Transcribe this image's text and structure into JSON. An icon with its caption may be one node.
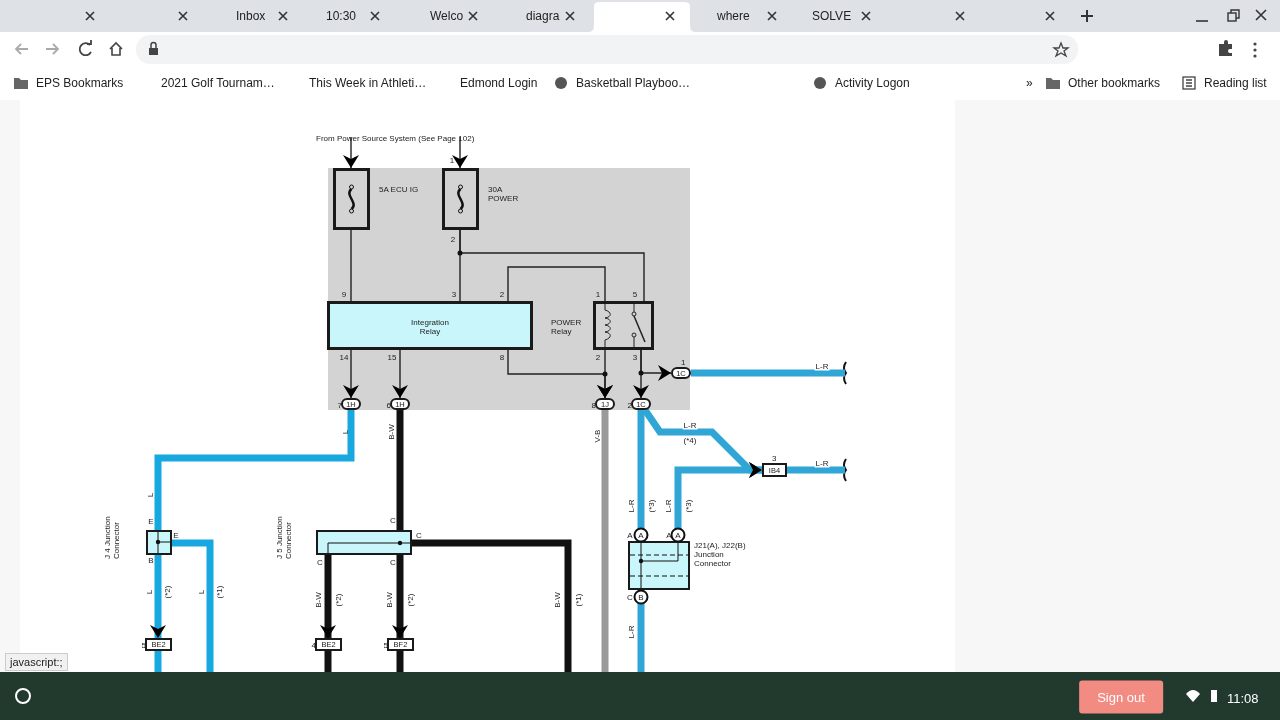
{
  "diagram": {
    "nodes": [
      {
        "text": [],
        "shape": "box"
      },
      {
        "text": [
          "5A ECU IG"
        ],
        "in": 0
      },
      {
        "text": [
          "30A POWER"
        ],
        "in": 0
      },
      {
        "text": [
          "Integration Relay"
        ],
        "in": 0
      },
      {
        "text": [
          "POWER Relay"
        ],
        "in": 0
      },
      {
        "text": [
          "1H"
        ],
        "beside": [
          "7"
        ],
        "in": 0
      },
      {
        "text": [
          "1H"
        ],
        "beside": [
          "6"
        ],
        "in": 0
      },
      {
        "text": [
          "1J"
        ],
        "beside": [
          "8"
        ],
        "in": 0
      },
      {
        "text": [
          "1C"
        ],
        "beside": [
          "2"
        ],
        "in": 0
      },
      {
        "text": [
          "1C"
        ],
        "beside": [
          "1"
        ],
        "in": 0
      },
      {
        "text": [
          "IB4"
        ],
        "beside": [
          "3"
        ]
      },
      {
        "text": [
          "J 4 Junction Connector"
        ]
      },
      {
        "text": [
          "J 5 Junction Connector"
        ]
      },
      {
        "text": [
          "J21(A), J22(B) Junction Connector"
        ]
      },
      {
        "text": [
          "BE2"
        ],
        "beside": [
          "5"
        ]
      },
      {
        "text": [
          "BE2"
        ],
        "beside": [
          "4"
        ]
      },
      {
        "text": [
          "BF2"
        ],
        "beside": [
          "5"
        ]
      },
      {
        "text": [
          "From Power Source System (See Page 102)"
        ]
      }
    ],
    "edges": [
      {
        "from": 17,
        "to": 1,
        "arrow": "to"
      },
      {
        "from": 17,
        "to": 2,
        "arrow": "to"
      },
      {
        "from": 1,
        "to": 3,
        "arrow": "none"
      },
      {
        "from": 2,
        "to": 3,
        "arrow": "none"
      },
      {
        "from": 2,
        "to": 4,
        "arrow": "none"
      },
      {
        "from": 3,
        "to": 4,
        "arrow": "none"
      },
      {
        "from": 3,
        "to": 7,
        "arrow": "to"
      },
      {
        "from": 4,
        "to": 7,
        "arrow": "to"
      },
      {
        "from": 4,
        "to": 8,
        "arrow": "to"
      },
      {
        "from": 4,
        "to": 9,
        "arrow": "to"
      },
      {
        "from": 3,
        "to": 5,
        "arrow": "to"
      },
      {
        "from": 3,
        "to": 6,
        "arrow": "to"
      },
      {
        "from": 9,
        "to": null,
        "arrow": "none",
        "label": "L-R",
        "color": "#2fa6d6"
      },
      {
        "from": 8,
        "to": 10,
        "arrow": "to",
        "label": "L-R",
        "color": "#2fa6d6"
      },
      {
        "from": 10,
        "to": null,
        "arrow": "none",
        "label": "L-R",
        "color": "#2fa6d6"
      },
      {
        "from": 8,
        "to": 13,
        "arrow": "none",
        "color": "#2fa6d6"
      },
      {
        "from": 13,
        "to": 10,
        "arrow": "to",
        "color": "#2fa6d6"
      },
      {
        "from": 13,
        "to": null,
        "arrow": "none",
        "color": "#2fa6d6"
      },
      {
        "from": 5,
        "to": 11,
        "arrow": "none",
        "color": "#18a8e0"
      },
      {
        "from": 11,
        "to": 14,
        "arrow": "to",
        "color": "#18a8e0"
      },
      {
        "from": 11,
        "to": null,
        "arrow": "none",
        "color": "#18a8e0"
      },
      {
        "from": 6,
        "to": 12,
        "arrow": "none",
        "color": "#111111"
      },
      {
        "from": 12,
        "to": 15,
        "arrow": "to",
        "color": "#111111"
      },
      {
        "from": 12,
        "to": 16,
        "arrow": "to",
        "color": "#111111"
      },
      {
        "from": 12,
        "to": null,
        "arrow": "none",
        "color": "#111111"
      },
      {
        "from": 7,
        "to": null,
        "arrow": "none",
        "color": "#9a9a9a"
      },
      {
        "from": 14,
        "to": null,
        "arrow": "none",
        "color": "#18a8e0"
      },
      {
        "from": 15,
        "to": null,
        "arrow": "none",
        "color": "#111111"
      },
      {
        "from": 16,
        "to": null,
        "arrow": "none",
        "color": "#111111"
      }
    ],
    "labels": [
      "Inbox",
      "10:30",
      "Welco",
      "diagra",
      "where",
      "SOLVE",
      "EPS Bookmarks",
      "2021 Golf Tournam…",
      "This Week in Athleti…",
      "Edmond Login",
      "Basketball Playboo…",
      "Activity Logon",
      "»",
      "Other bookmarks",
      "Reading list",
      "1",
      "2",
      "9",
      "3",
      "2",
      "1",
      "5",
      "14",
      "15",
      "8",
      "2",
      "3",
      "L",
      "B-W",
      "V-B",
      "(*4)",
      "L",
      "E",
      "E",
      "B",
      "L",
      "(*2)",
      "L",
      "(*1)",
      "C",
      "C",
      "C",
      "C",
      "B-W",
      "(*2)",
      "B-W",
      "(*2)",
      "B-W",
      "(*1)",
      "L-R",
      "(*3)",
      "L-R",
      "(*3)",
      "A",
      "A",
      "A",
      "A",
      "C",
      "B",
      "L-R",
      "javascript:;",
      "Sign out",
      "11:08"
    ]
  }
}
